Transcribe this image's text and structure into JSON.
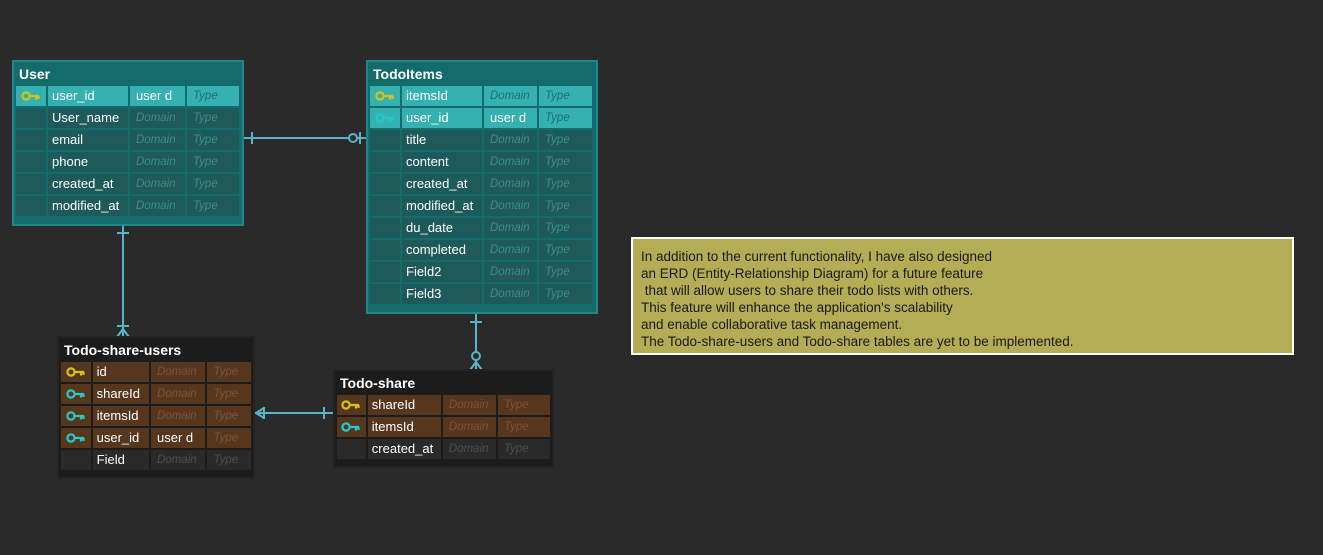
{
  "colors": {
    "canvas": "#2a2a2a",
    "teal_table": "#146b6b",
    "teal_highlight": "#35b1b1",
    "brown_row": "#57361e",
    "connector": "#5ab4c8",
    "primary_key": "#d6c21c",
    "foreign_key": "#25c9c9",
    "note_bg": "#b5ad56"
  },
  "tables": {
    "user": {
      "title": "User",
      "rows": [
        {
          "name": "user_id",
          "domain": "user d",
          "type": "Type",
          "key": "primary-key-icon"
        },
        {
          "name": "User_name",
          "domain": "Domain",
          "type": "Type"
        },
        {
          "name": "email",
          "domain": "Domain",
          "type": "Type"
        },
        {
          "name": "phone",
          "domain": "Domain",
          "type": "Type"
        },
        {
          "name": "created_at",
          "domain": "Domain",
          "type": "Type"
        },
        {
          "name": "modified_at",
          "domain": "Domain",
          "type": "Type"
        }
      ]
    },
    "todoitems": {
      "title": "TodoItems",
      "rows": [
        {
          "name": "itemsId",
          "domain": "Domain",
          "type": "Type",
          "key": "primary-key-icon"
        },
        {
          "name": "user_id",
          "domain": "user d",
          "type": "Type",
          "key": "foreign-key-icon"
        },
        {
          "name": "title",
          "domain": "Domain",
          "type": "Type"
        },
        {
          "name": "content",
          "domain": "Domain",
          "type": "Type"
        },
        {
          "name": "created_at",
          "domain": "Domain",
          "type": "Type"
        },
        {
          "name": "modified_at",
          "domain": "Domain",
          "type": "Type"
        },
        {
          "name": "du_date",
          "domain": "Domain",
          "type": "Type"
        },
        {
          "name": "completed",
          "domain": "Domain",
          "type": "Type"
        },
        {
          "name": "Field2",
          "domain": "Domain",
          "type": "Type"
        },
        {
          "name": "Field3",
          "domain": "Domain",
          "type": "Type"
        }
      ]
    },
    "todo_share_users": {
      "title": "Todo-share-users",
      "rows": [
        {
          "name": "id",
          "domain": "Domain",
          "type": "Type",
          "key": "primary-key-icon"
        },
        {
          "name": "shareId",
          "domain": "Domain",
          "type": "Type",
          "key": "foreign-key-icon"
        },
        {
          "name": "itemsId",
          "domain": "Domain",
          "type": "Type",
          "key": "foreign-key-icon"
        },
        {
          "name": "user_id",
          "domain": "user d",
          "type": "Type",
          "key": "foreign-key-icon"
        },
        {
          "name": "Field",
          "domain": "Domain",
          "type": "Type"
        }
      ]
    },
    "todo_share": {
      "title": "Todo-share",
      "rows": [
        {
          "name": "shareId",
          "domain": "Domain",
          "type": "Type",
          "key": "primary-key-icon"
        },
        {
          "name": "itemsId",
          "domain": "Domain",
          "type": "Type",
          "key": "foreign-key-icon"
        },
        {
          "name": "created_at",
          "domain": "Domain",
          "type": "Type"
        }
      ]
    }
  },
  "note": {
    "lines": [
      "In addition to the current functionality, I have also designed",
      "an ERD (Entity-Relationship Diagram) for a future feature",
      " that will allow users to share their todo lists with others.",
      "This feature will enhance the application's scalability",
      "and enable collaborative task management.",
      "The Todo-share-users and Todo-share tables are yet to be implemented."
    ]
  }
}
